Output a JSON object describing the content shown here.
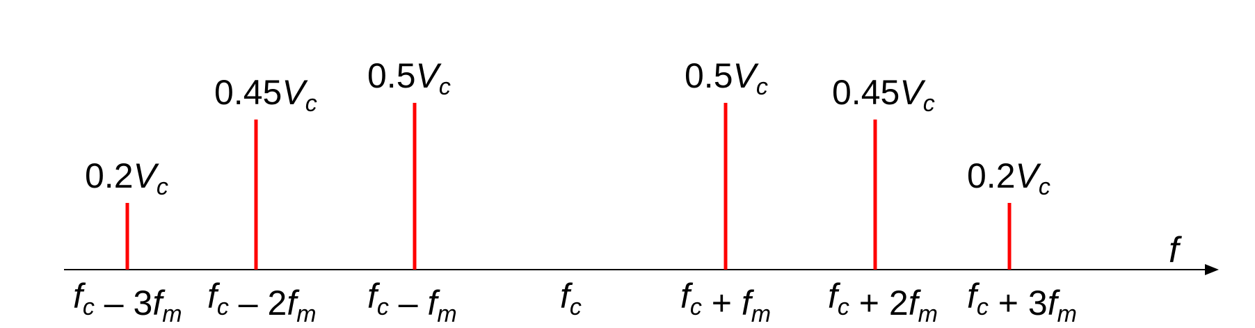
{
  "diagram": {
    "axis_label": "f",
    "line_color": "#ff0000",
    "axis_color": "#000000",
    "lines": [
      {
        "id": "fc-3fm",
        "relative_amplitude": 0.2,
        "amp_coeff": "0.2",
        "amp_var": "V",
        "amp_sub": "c",
        "tick": [
          [
            "f",
            "it"
          ],
          [
            "c",
            "sub it"
          ],
          [
            " – 3",
            ""
          ],
          [
            "f",
            "it"
          ],
          [
            "m",
            "sub it"
          ]
        ]
      },
      {
        "id": "fc-2fm",
        "relative_amplitude": 0.45,
        "amp_coeff": "0.45",
        "amp_var": "V",
        "amp_sub": "c",
        "tick": [
          [
            "f",
            "it"
          ],
          [
            "c",
            "sub it"
          ],
          [
            " – 2",
            ""
          ],
          [
            "f",
            "it"
          ],
          [
            "m",
            "sub it"
          ]
        ]
      },
      {
        "id": "fc-fm",
        "relative_amplitude": 0.5,
        "amp_coeff": "0.5",
        "amp_var": "V",
        "amp_sub": "c",
        "tick": [
          [
            "f",
            "it"
          ],
          [
            "c",
            "sub it"
          ],
          [
            " – ",
            ""
          ],
          [
            "f",
            "it"
          ],
          [
            "m",
            "sub it"
          ]
        ]
      },
      {
        "id": "fc",
        "relative_amplitude": 0,
        "amp_coeff": "",
        "amp_var": "",
        "amp_sub": "",
        "tick": [
          [
            "f",
            "it"
          ],
          [
            "c",
            "sub it"
          ]
        ]
      },
      {
        "id": "fc+fm",
        "relative_amplitude": 0.5,
        "amp_coeff": "0.5",
        "amp_var": "V",
        "amp_sub": "c",
        "tick": [
          [
            "f",
            "it"
          ],
          [
            "c",
            "sub it"
          ],
          [
            " + ",
            ""
          ],
          [
            "f",
            "it"
          ],
          [
            "m",
            "sub it"
          ]
        ]
      },
      {
        "id": "fc+2fm",
        "relative_amplitude": 0.45,
        "amp_coeff": "0.45",
        "amp_var": "V",
        "amp_sub": "c",
        "tick": [
          [
            "f",
            "it"
          ],
          [
            "c",
            "sub it"
          ],
          [
            " + 2",
            ""
          ],
          [
            "f",
            "it"
          ],
          [
            "m",
            "sub it"
          ]
        ]
      },
      {
        "id": "fc+3fm",
        "relative_amplitude": 0.2,
        "amp_coeff": "0.2",
        "amp_var": "V",
        "amp_sub": "c",
        "tick": [
          [
            "f",
            "it"
          ],
          [
            "c",
            "sub it"
          ],
          [
            " + 3",
            ""
          ],
          [
            "f",
            "it"
          ],
          [
            "m",
            "sub it"
          ]
        ]
      }
    ]
  }
}
